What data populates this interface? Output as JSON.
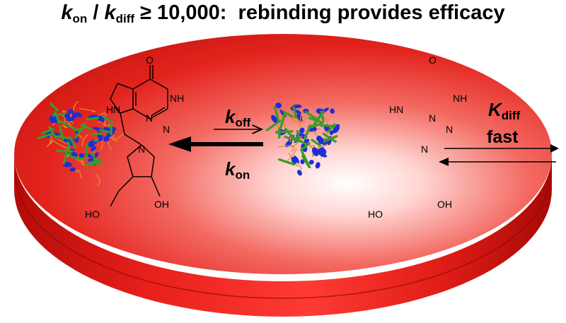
{
  "title": {
    "k_symbol_1": "k",
    "sub_1": "on",
    "slash": " / ",
    "k_symbol_2": "k",
    "sub_2": "diff",
    "rest": " ≥ 10,000:  rebinding provides efficacy"
  },
  "rates": {
    "koff": {
      "k": "k",
      "sub": "off"
    },
    "kon": {
      "k": "k",
      "sub": "on"
    },
    "kdiff": {
      "k": "K",
      "sub": "diff"
    },
    "fast": "fast"
  },
  "molecule_labels": {
    "hn": "HN",
    "nh": "NH",
    "n1": "N",
    "n2": "N",
    "n_ring": "N",
    "o": "O",
    "ho": "HO",
    "oh": "OH"
  },
  "colors": {
    "cell_red": "#e8201c",
    "cell_dark": "#b50e0a",
    "protein_blue": "#1a2fd6",
    "protein_green": "#3a9a2a",
    "protein_orange": "#e08a30"
  }
}
